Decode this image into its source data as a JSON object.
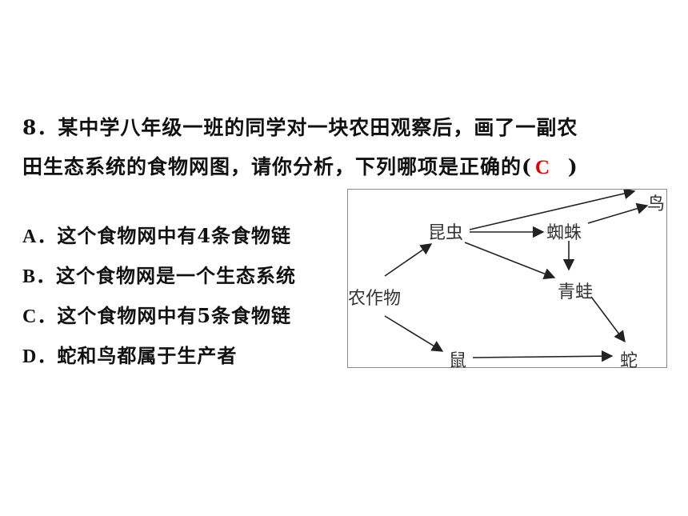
{
  "question": {
    "line1": "8．某中学八年级一班的同学对一块农田观察后，画了一副农",
    "line2": "田生态系统的食物网图，请你分析，下列哪项是正确的(",
    "answer": "C",
    "close_paren": ")"
  },
  "options": [
    {
      "key": "A．",
      "text": "这个食物网中有4条食物链"
    },
    {
      "key": "B．",
      "text": "这个食物网是一个生态系统"
    },
    {
      "key": "C．",
      "text": "这个食物网中有5条食物链"
    },
    {
      "key": "D．",
      "text": "蛇和鸟都属于生产者"
    }
  ],
  "diagram": {
    "nodes": {
      "crops": "农作物",
      "insect": "昆虫",
      "spider": "蜘蛛",
      "bird": "鸟",
      "frog": "青蛙",
      "mouse": "鼠",
      "snake": "蛇"
    },
    "edges": [
      [
        "crops",
        "insect"
      ],
      [
        "crops",
        "mouse"
      ],
      [
        "insect",
        "bird"
      ],
      [
        "insect",
        "spider"
      ],
      [
        "insect",
        "frog"
      ],
      [
        "spider",
        "bird"
      ],
      [
        "spider",
        "frog"
      ],
      [
        "frog",
        "snake"
      ],
      [
        "mouse",
        "snake"
      ]
    ],
    "colors": {
      "arrow": "#222222",
      "text": "#333333",
      "answer": "#e00000"
    }
  }
}
